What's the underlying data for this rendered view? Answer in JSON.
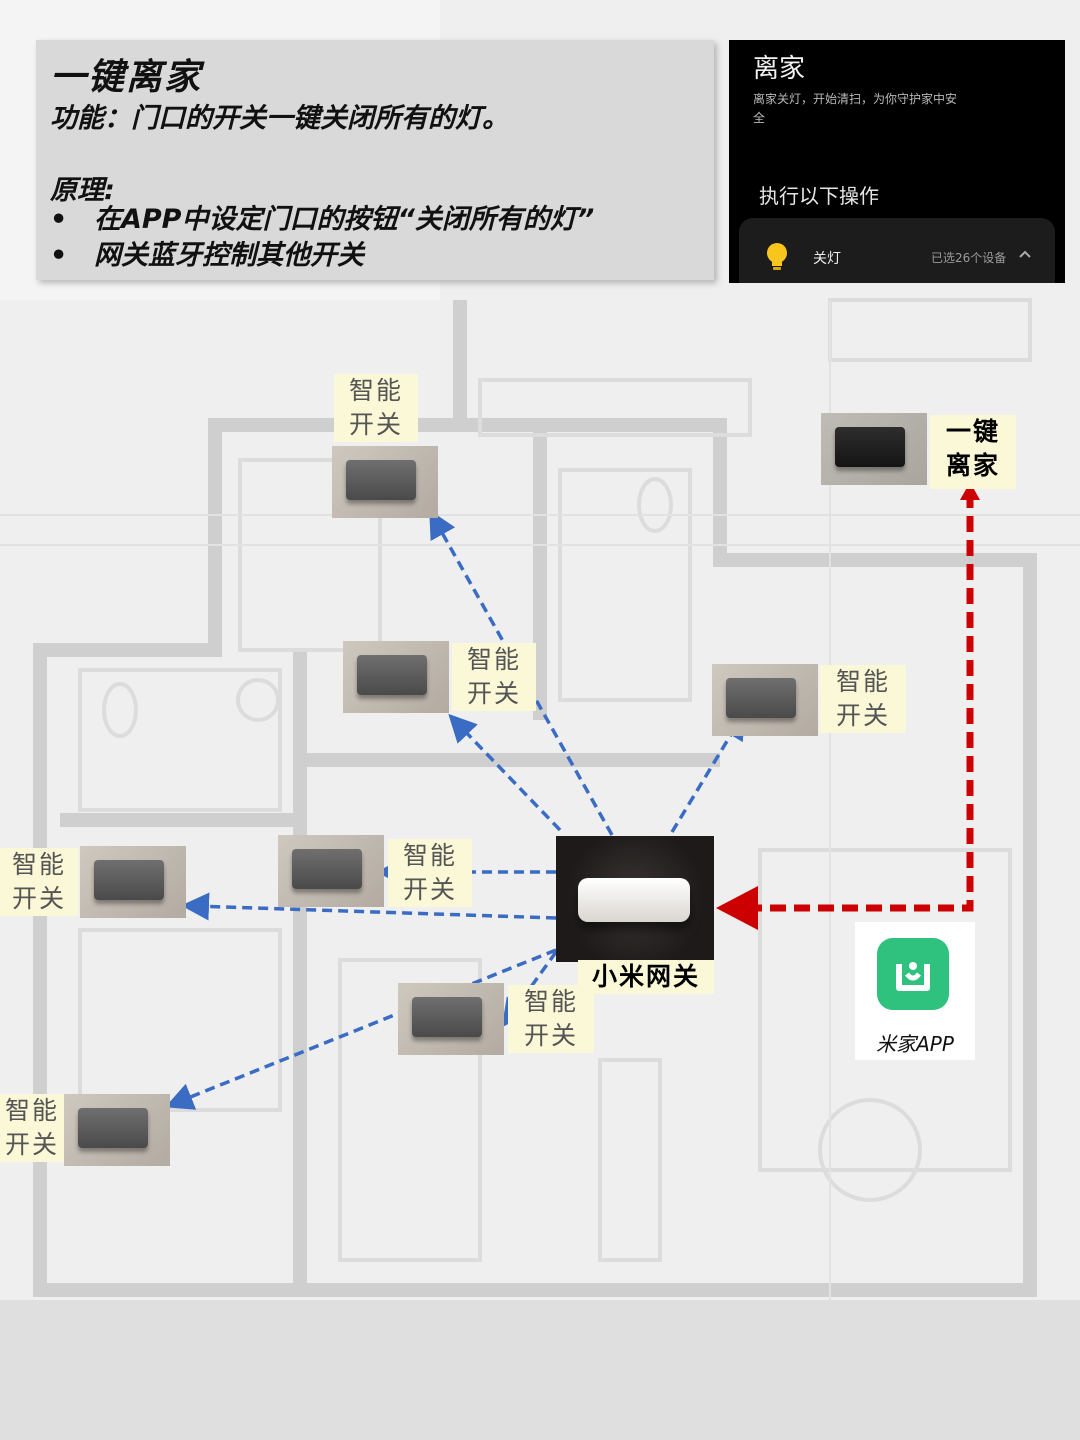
{
  "info": {
    "title": "一键离家",
    "function_line": "功能：门口的开关一键关闭所有的灯。",
    "principle_label": "原理:",
    "bullets": [
      "在APP中设定门口的按钮“关闭所有的灯”",
      "网关蓝牙控制其他开关"
    ],
    "bullet_char": "•"
  },
  "phone": {
    "title": "离家",
    "description": "离家关灯，开始清扫，为你守护家中安全",
    "section_label": "执行以下操作",
    "action_label": "关灯",
    "action_count": "已选26个设备"
  },
  "labels": {
    "smart_switch_top": "智能",
    "smart_switch_bottom": "开关",
    "one_key_top": "一键",
    "one_key_bottom": "离家",
    "gateway": "小米网关",
    "app": "米家APP"
  },
  "colors": {
    "accent_red": "#cc0000",
    "accent_blue": "#3a6cc4",
    "label_bg": "#fbf8d7",
    "app_green": "#2ec27e"
  }
}
